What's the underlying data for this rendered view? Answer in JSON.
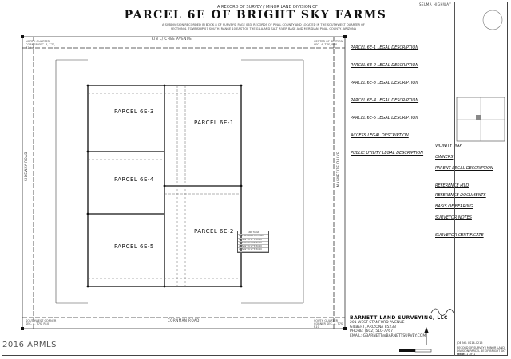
{
  "title": {
    "top_line": "A RECORD OF SURVEY / MINOR LAND DIVISION OF",
    "main": "PARCEL 6E OF BRIGHT SKY FARMS",
    "sub_line1": "A SUBDIVISION RECORDED IN BOOK 8 OF SURVEYS, PAGE 063, RECORDS OF PINAL COUNTY AND LOCATED IN THE SOUTHWEST QUARTER OF",
    "sub_line2": "SECTION 4, TOWNSHIP 07 SOUTH, RANGE 10 EAST OF THE GILA AND SALT RIVER BASE AND MERIDIAN, PINAL COUNTY, ARIZONA"
  },
  "roads": {
    "top": "KIN L/ CHEE AVENUE",
    "bottom": "CORNMAN ROAD",
    "left": "SIDEWAY ROAD",
    "right": "MAGNETITE DRIVE",
    "selma": "SELMA HIGHWAY"
  },
  "parcels": [
    {
      "label": "PARCEL 6E-3"
    },
    {
      "label": "PARCEL 6E-4"
    },
    {
      "label": "PARCEL 6E-5"
    },
    {
      "label": "PARCEL 6E-1"
    },
    {
      "label": "PARCEL 6E-2"
    }
  ],
  "corners": {
    "nw": "NORTH QUARTER CORNER SEC. 4, T7S, R10",
    "ne": "CENTER OF SECTION SEC. 4, T7S, R10",
    "sw": "SOUTHWEST CORNER SEC. 4, T7S, R10",
    "se": "SOUTH QUARTER CORNER SEC. 4, T7S, R10"
  },
  "line_table": {
    "title": "LINE TABLE",
    "headers": [
      "LINE",
      "BEARING",
      "DISTANCE"
    ],
    "rows": [
      [
        "L1",
        "N89°58'17\"E",
        "30.00"
      ],
      [
        "L2",
        "N89°58'17\"E",
        "30.00"
      ],
      [
        "L3",
        "N89°58'17\"E",
        "30.00"
      ],
      [
        "L4",
        "N89°58'17\"E",
        "30.00"
      ]
    ]
  },
  "notes": {
    "sections": [
      {
        "heading": "PARCEL 6E-1 LEGAL DESCRIPTION"
      },
      {
        "heading": "PARCEL 6E-2 LEGAL DESCRIPTION"
      },
      {
        "heading": "PARCEL 6E-3 LEGAL DESCRIPTION"
      },
      {
        "heading": "PARCEL 6E-4 LEGAL DESCRIPTION"
      },
      {
        "heading": "PARCEL 6E-5 LEGAL DESCRIPTION"
      },
      {
        "heading": "ACCESS LEGAL DESCRIPTION"
      },
      {
        "heading": "PUBLIC UTILITY LEGAL DESCRIPTION"
      },
      {
        "heading": "VICINITY MAP"
      },
      {
        "heading": "OWNERS"
      },
      {
        "heading": "PARENT LEGAL DESCRIPTION"
      },
      {
        "heading": "REFERENCE MLD"
      },
      {
        "heading": "REFERENCE DOCUMENTS"
      },
      {
        "heading": "BASIS OF BEARING"
      },
      {
        "heading": "SURVEYOR NOTES"
      },
      {
        "heading": "SURVEYOR CERTIFICATE"
      }
    ]
  },
  "company": {
    "name": "BARNETT LAND SURVEYING, LLC",
    "address1": "201 WEST STANFORD AVENUE",
    "address2": "GILBERT, ARIZONA 85233",
    "phone": "PHONE: (602) 510-7767",
    "email": "EMAIL: GBARNETT@BARNETTSURVEY.COM"
  },
  "watermark": "2016 ARMLS",
  "title_block": {
    "job": "JOB NO. LS14-0215",
    "sheet": "SHEET 1 OF 1",
    "project": "RECORD OF SURVEY / MINOR LAND DIVISION PARCEL 6E OF BRIGHT SKY FARMS"
  },
  "colors": {
    "line": "#222222",
    "paper": "#ffffff",
    "text": "#333333"
  }
}
